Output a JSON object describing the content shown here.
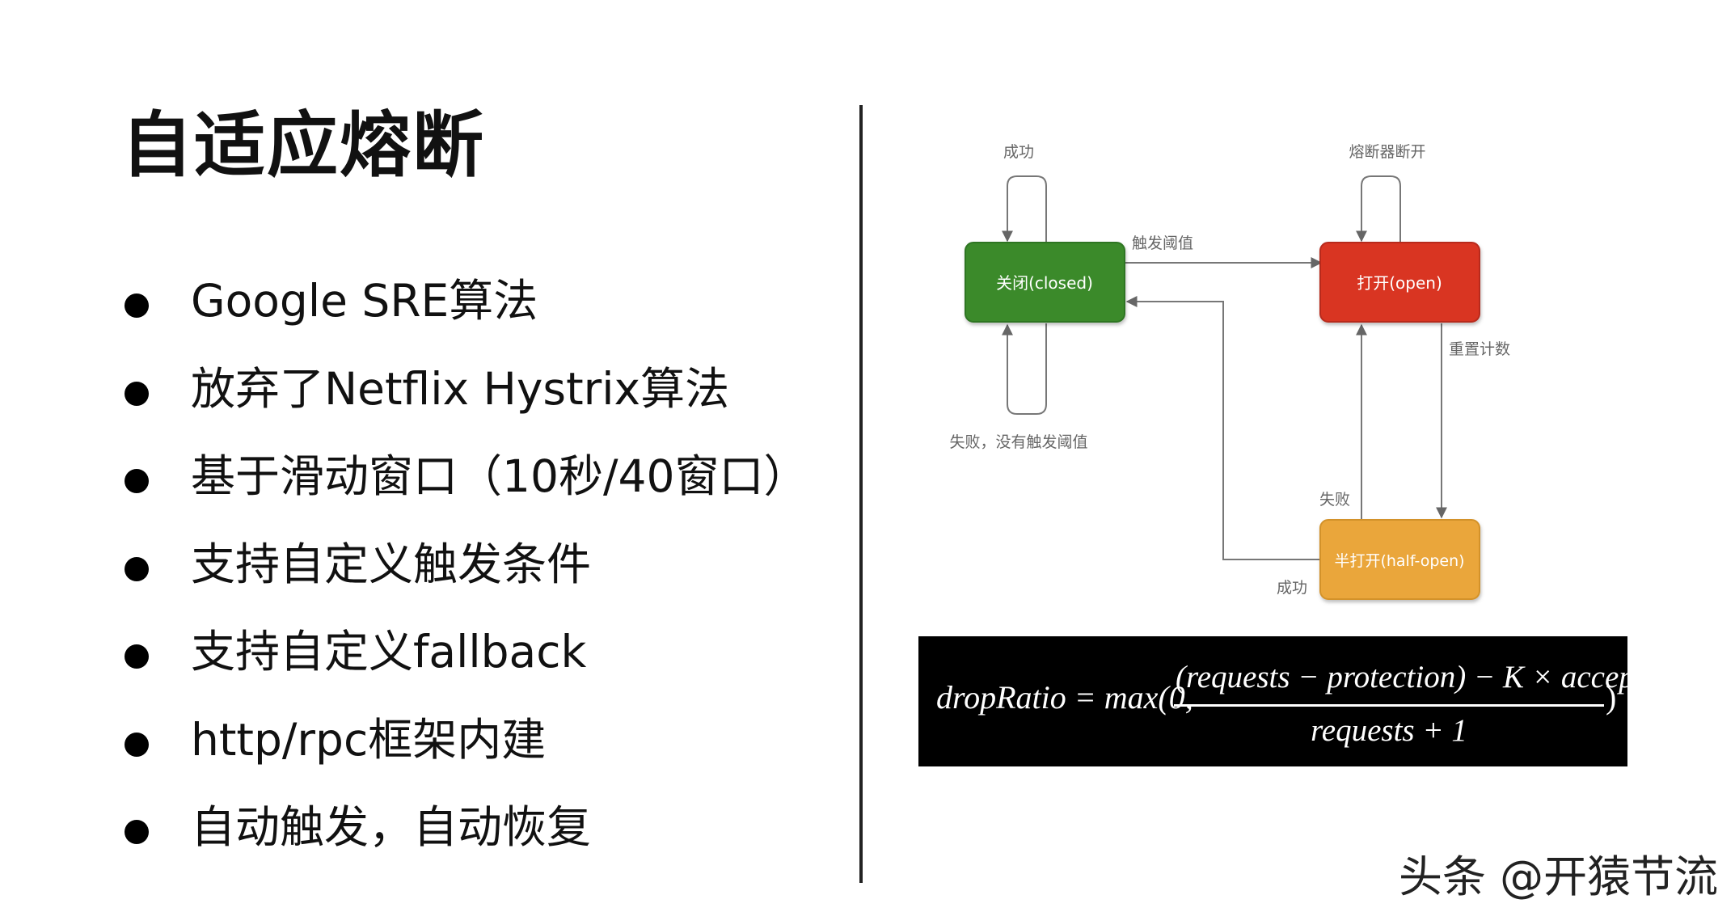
{
  "slide": {
    "title": "自适应熔断",
    "bullets": [
      "Google SRE算法",
      "放弃了Netflix Hystrix算法",
      "基于滑动窗口（10秒/40窗口）",
      "支持自定义触发条件",
      "支持自定义fallback",
      "http/rpc框架内建",
      "自动触发，自动恢复"
    ]
  },
  "diagram": {
    "states": {
      "closed": {
        "label": "关闭(closed)",
        "color": "#3a8a2c"
      },
      "open": {
        "label": "打开(open)",
        "color": "#d93424"
      },
      "half_open": {
        "label": "半打开(half-open)",
        "color": "#eaa63a"
      }
    },
    "edge_labels": {
      "closed_self_success": "成功",
      "open_self_breaker": "熔断器断开",
      "closed_to_open": "触发阈值",
      "open_to_half_reset": "重置计数",
      "closed_self_fail": "失败，没有触发阈值",
      "half_to_open_fail": "失败",
      "half_to_closed_success": "成功"
    }
  },
  "formula": {
    "lhs": "dropRatio = max(0,",
    "numerator": "(requests − protection) − K × accepts",
    "denominator": "requests + 1",
    "rhs": ")"
  },
  "watermark": "头条 @开猿节流"
}
